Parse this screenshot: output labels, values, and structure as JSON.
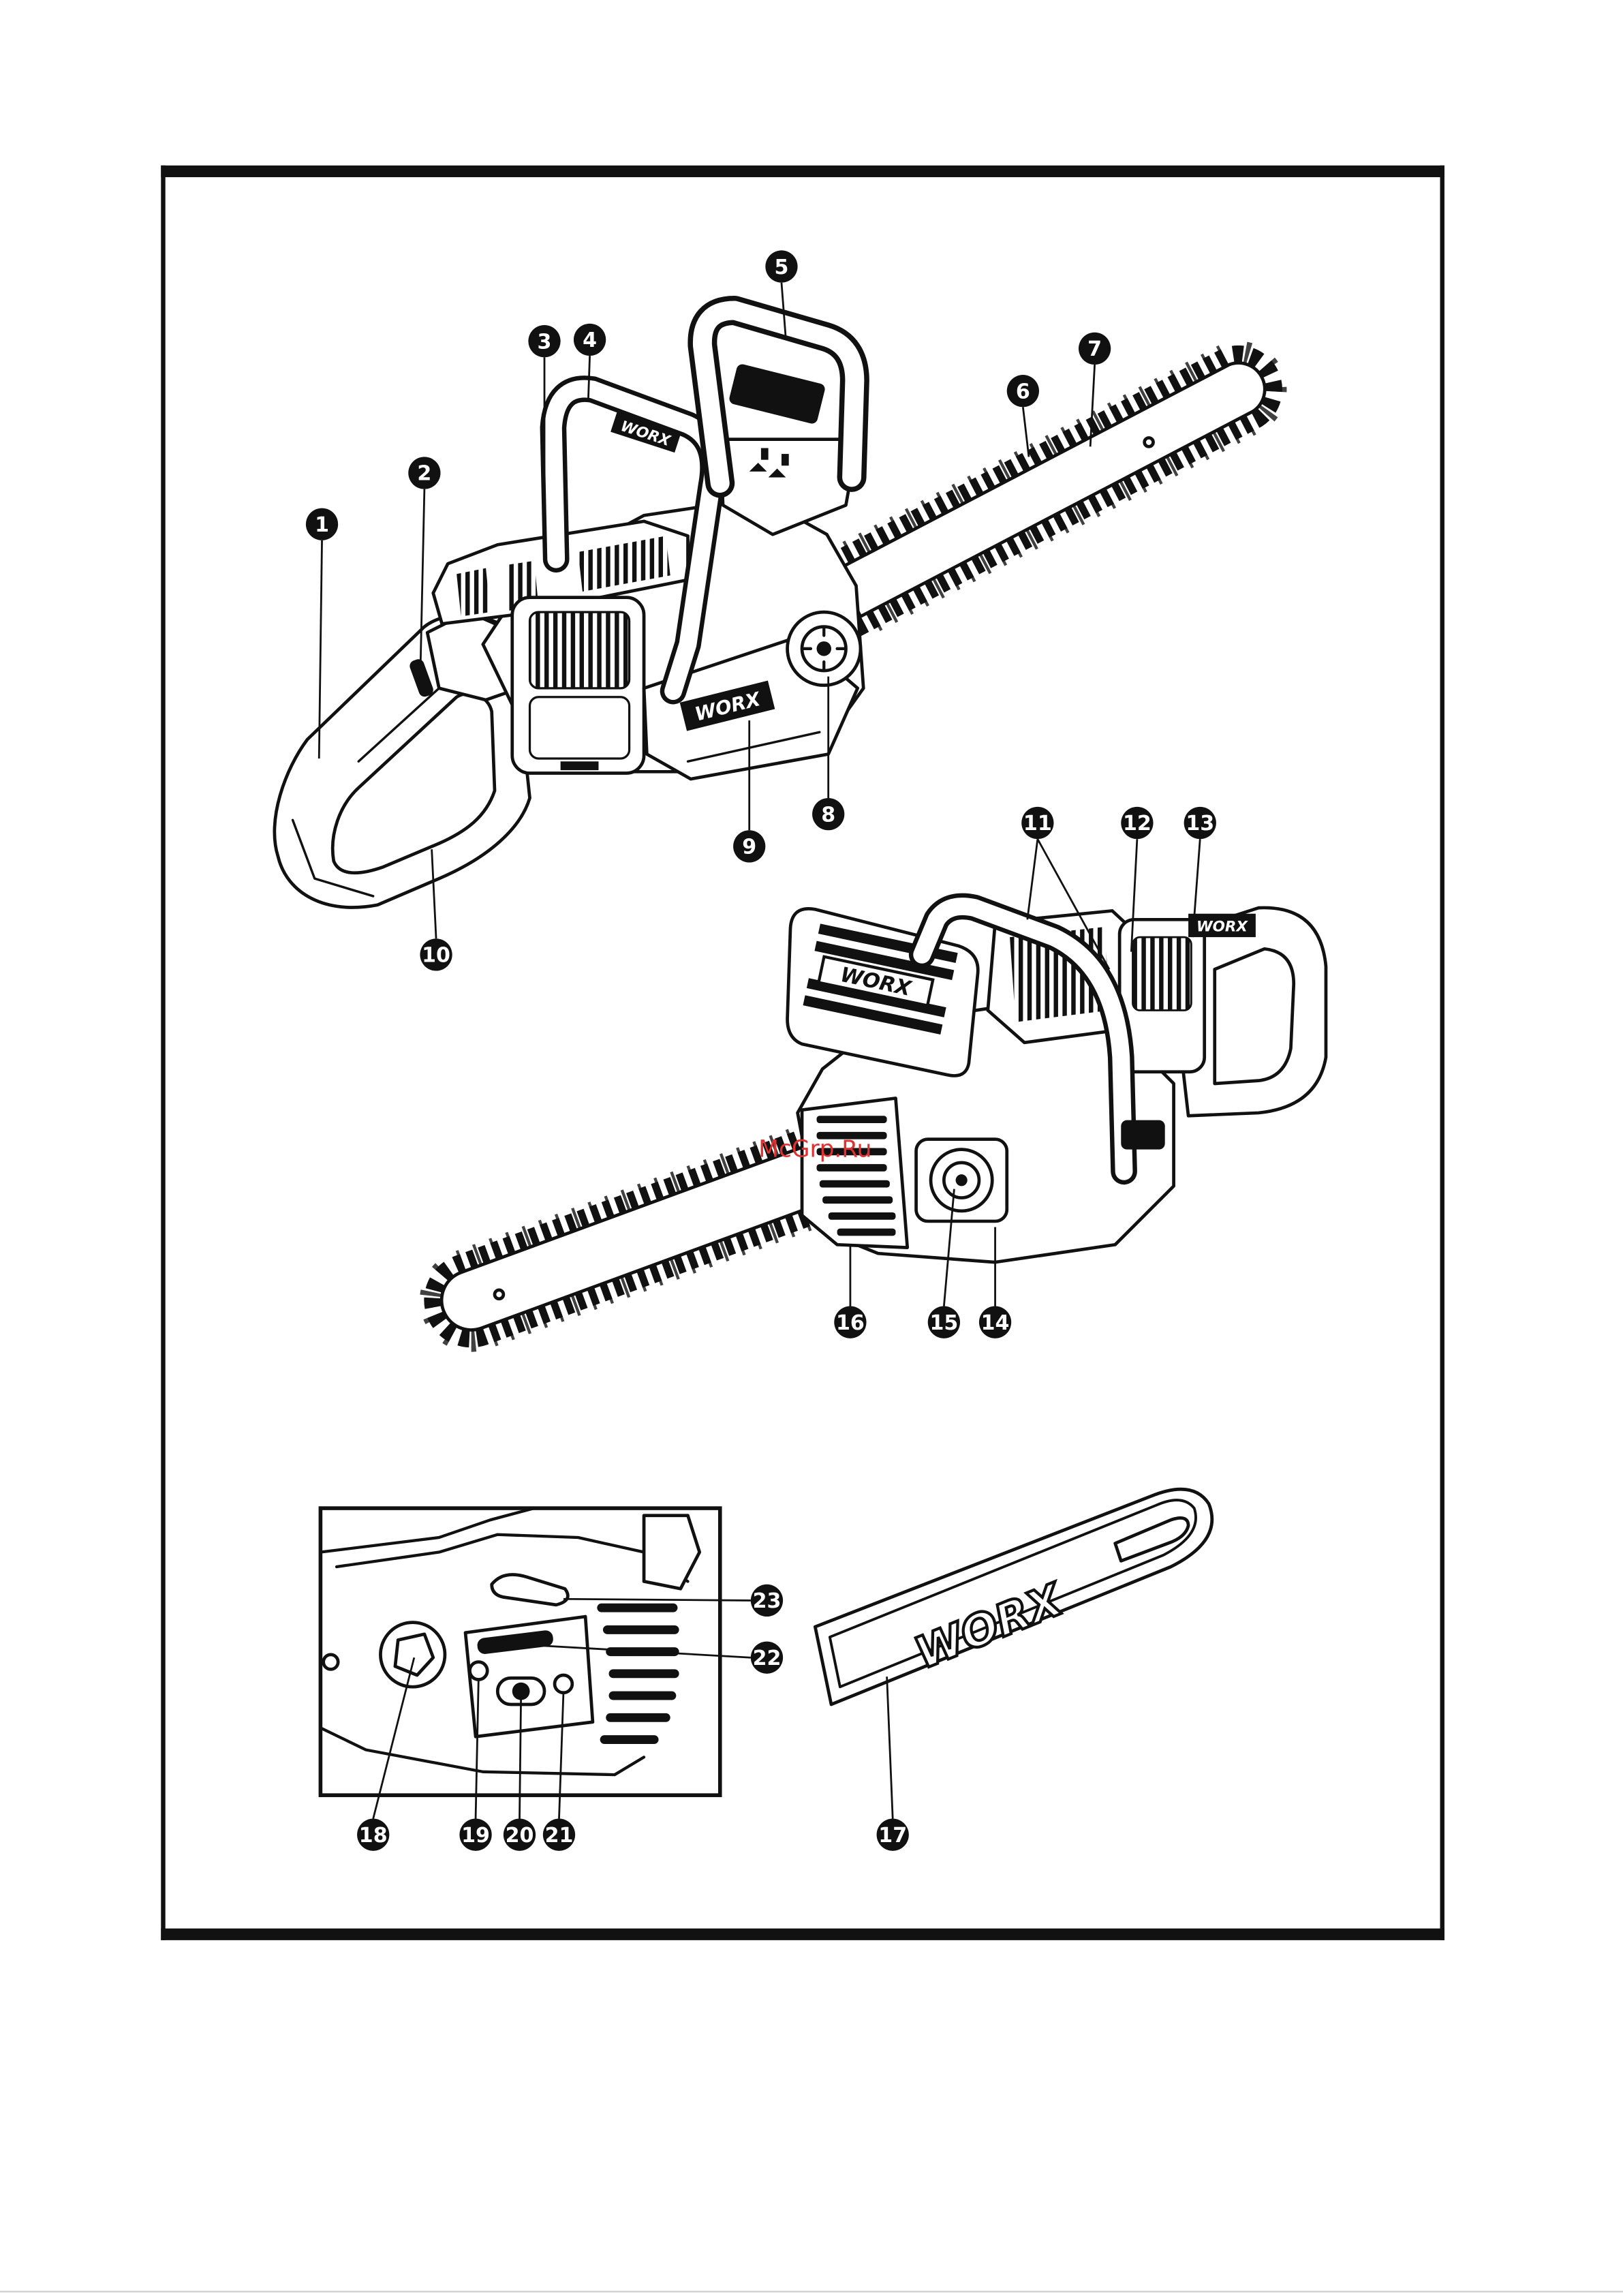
{
  "figure": {
    "callouts": [
      "1",
      "2",
      "3",
      "4",
      "5",
      "6",
      "7",
      "8",
      "9",
      "10",
      "11",
      "12",
      "13",
      "14",
      "15",
      "16",
      "17",
      "18",
      "19",
      "20",
      "21",
      "22",
      "23"
    ],
    "logo_text": "WORX",
    "watermark": "McGrp.Ru"
  },
  "colors": {
    "ink": "#111111",
    "paper": "#ffffff",
    "watermark": "#e03030"
  }
}
